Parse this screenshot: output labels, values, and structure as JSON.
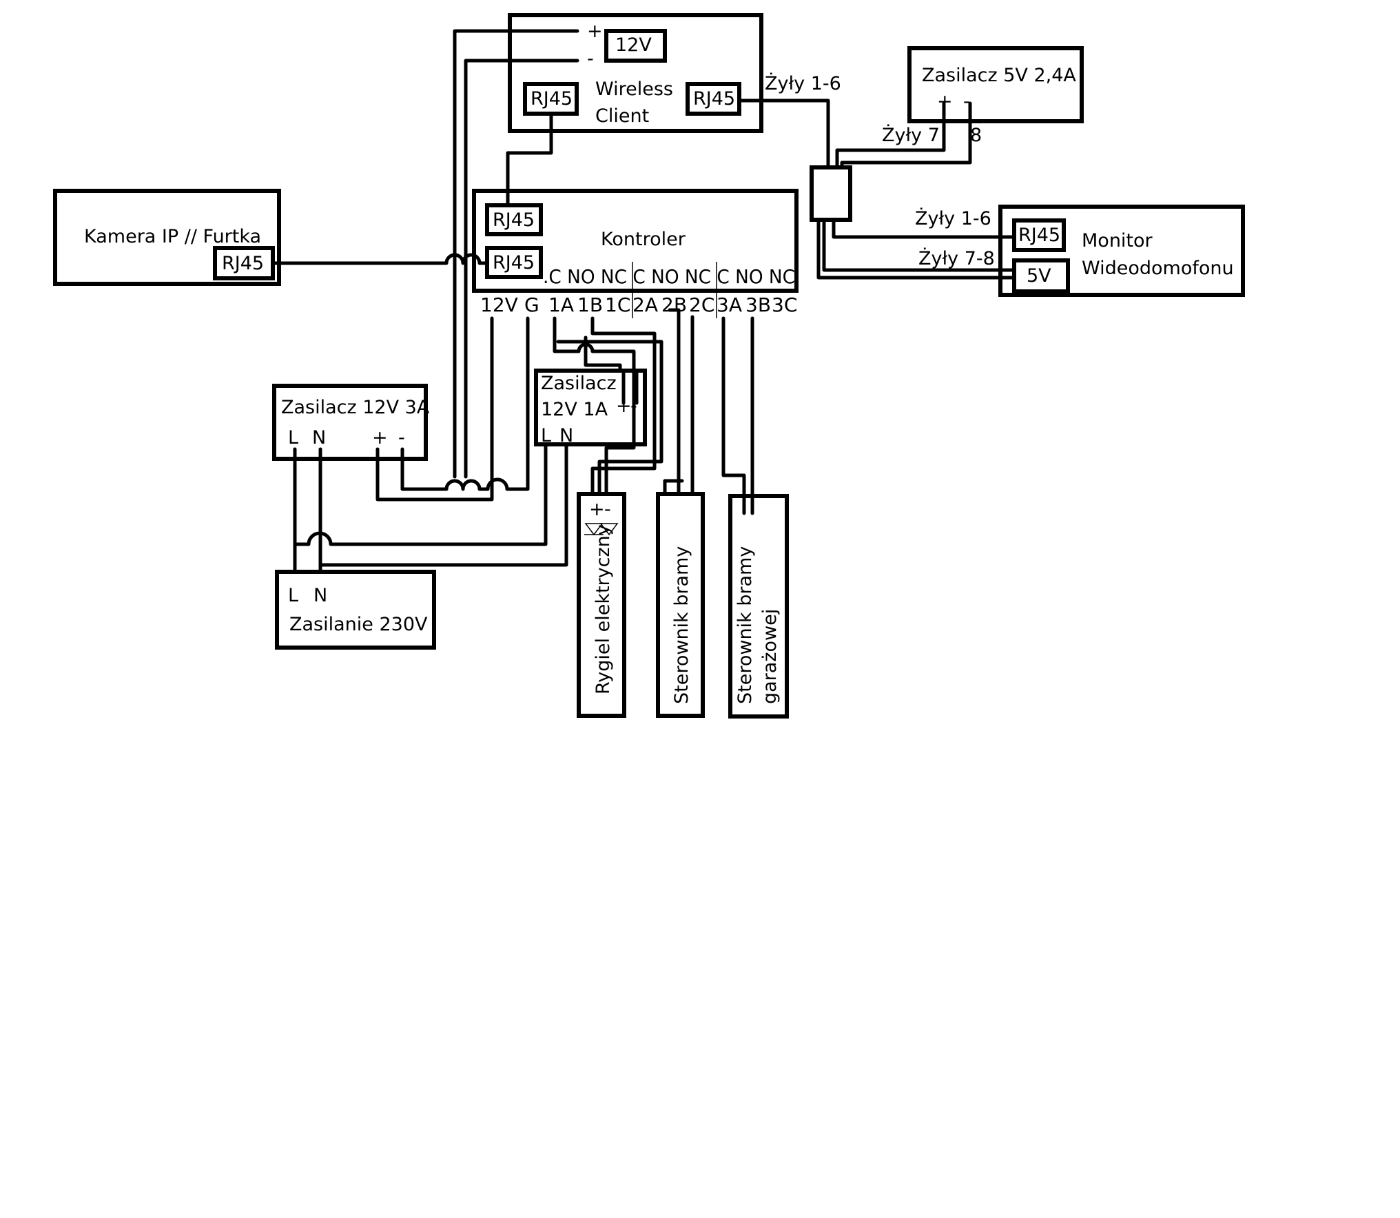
{
  "components": {
    "wireless_client": {
      "title_line1": "Wireless",
      "title_line2": "Client",
      "power": "12V",
      "plus": "+",
      "minus": "-",
      "rj45_left": "RJ45",
      "rj45_right": "RJ45"
    },
    "kontroler": {
      "title": "Kontroler",
      "rj45_top": "RJ45",
      "rj45_bottom": "RJ45",
      "relay_header": ".C NO NC C NO NC C NO NC",
      "terminals": [
        "12V",
        "G",
        "1A",
        "1B",
        "1C",
        "2A",
        "2B",
        "2C",
        "3A",
        "3B",
        "3C"
      ]
    },
    "camera": {
      "title": "Kamera IP // Furtka",
      "rj45": "RJ45"
    },
    "psu_5v": {
      "title": "Zasilacz 5V 2,4A",
      "plus": "+",
      "minus": "-"
    },
    "monitor": {
      "title_line1": "Monitor",
      "title_line2": "Wideodomofonu",
      "rj45": "RJ45",
      "power": "5V"
    },
    "psu_12v_3a": {
      "title": "Zasilacz 12V 3A",
      "L": "L",
      "N": "N",
      "plus": "+",
      "minus": "-"
    },
    "psu_12v_1a": {
      "title_line1": "Zasilacz",
      "title_line2": "12V 1A",
      "plus": "+",
      "minus": "-",
      "L": "L",
      "N": "N"
    },
    "mains": {
      "title": "Zasilanie 230V",
      "L": "L",
      "N": "N"
    },
    "bolt": {
      "title": "Rygiel elektryczny",
      "plus": "+",
      "minus": "-"
    },
    "gate_controller": {
      "title": "Sterownik bramy"
    },
    "garage_controller": {
      "title_line1": "Sterownik bramy",
      "title_line2": "garażowej"
    }
  },
  "wire_labels": {
    "zyly_1_6_top": "Żyły 1-6",
    "zyly_7": "Żyły 7",
    "zyly_8": "8",
    "zyly_1_6_monitor": "Żyły 1-6",
    "zyly_7_8": "Żyły 7-8"
  }
}
